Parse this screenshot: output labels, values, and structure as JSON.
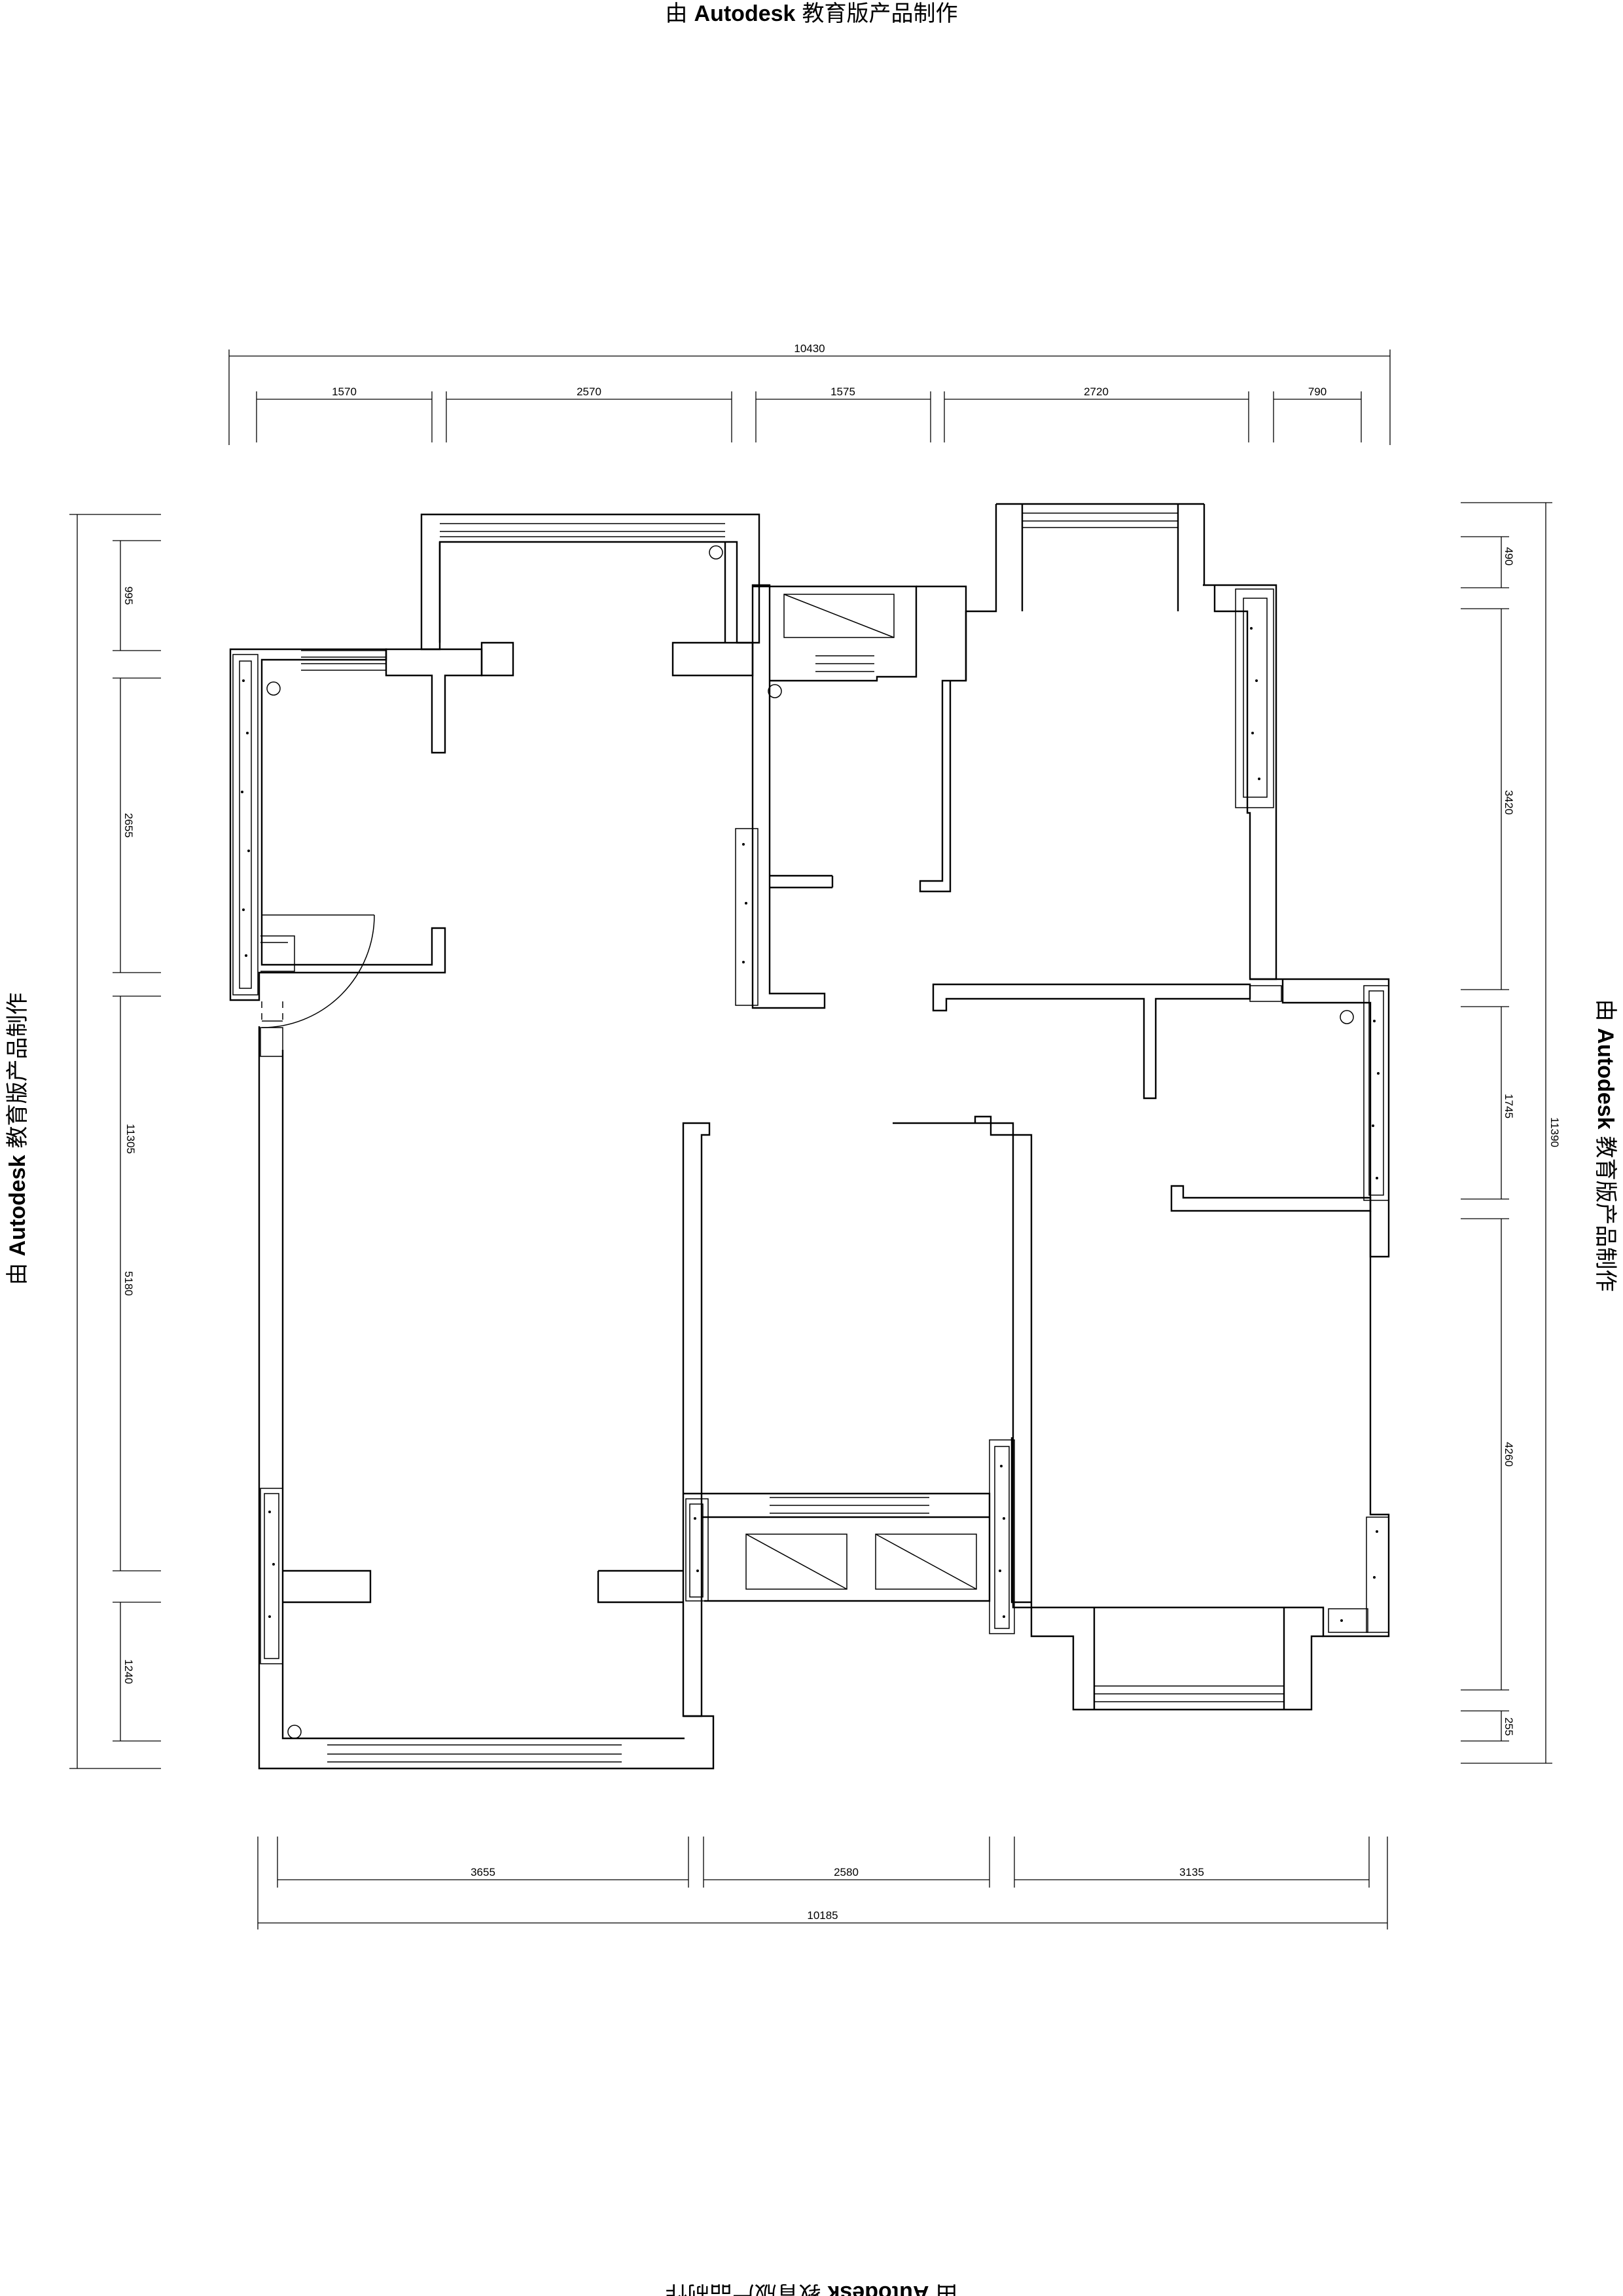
{
  "watermark": {
    "prefix": "由",
    "brand": "Autodesk",
    "suffix": "教育版产品制作"
  },
  "dimensions": {
    "top_total": "10430",
    "top_segments": [
      "1570",
      "2570",
      "1575",
      "2720",
      "790"
    ],
    "bottom_total": "10185",
    "bottom_segments": [
      "3655",
      "2580",
      "3135"
    ],
    "left_total": "11305",
    "left_segments": [
      "995",
      "2655",
      "5180",
      "1240"
    ],
    "right_total": "11390",
    "right_segments": [
      "490",
      "3420",
      "1745",
      "4260",
      "255"
    ]
  }
}
